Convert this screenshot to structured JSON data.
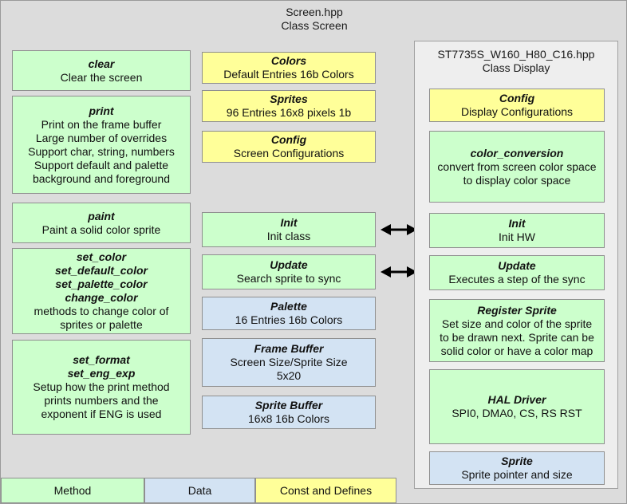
{
  "diagram": {
    "title": "Screen.hpp\nClass Screen",
    "background": "#dcdcdc",
    "colors": {
      "method": "#ccffcc",
      "data": "#d3e3f3",
      "const": "#ffff99",
      "panel": "#eeeeee",
      "border": "#8f8f8f"
    }
  },
  "left_column": [
    {
      "title": "clear",
      "desc": "Clear the screen",
      "kind": "method"
    },
    {
      "title": "print",
      "desc": "Print on the frame buffer\nLarge number of overrides\nSupport char, string, numbers\nSupport default and palette\nbackground and foreground",
      "kind": "method"
    },
    {
      "title": "paint",
      "desc": "Paint a solid color sprite",
      "kind": "method"
    },
    {
      "title": "set_color\nset_default_color\nset_palette_color\nchange_color",
      "desc": "methods to change color of\nsprites or palette",
      "kind": "method"
    },
    {
      "title": "set_format\nset_eng_exp",
      "desc": "Setup how the print method\nprints numbers and the\nexponent if ENG is used",
      "kind": "method"
    }
  ],
  "middle_column": [
    {
      "title": "Colors",
      "desc": "Default Entries 16b Colors",
      "kind": "const"
    },
    {
      "title": "Sprites",
      "desc": "96 Entries 16x8 pixels 1b",
      "kind": "const"
    },
    {
      "title": "Config",
      "desc": "Screen Configurations",
      "kind": "const"
    },
    {
      "title": "Init",
      "desc": "Init class",
      "kind": "method"
    },
    {
      "title": "Update",
      "desc": "Search sprite to sync",
      "kind": "method"
    },
    {
      "title": "Palette",
      "desc": "16 Entries 16b Colors",
      "kind": "data"
    },
    {
      "title": "Frame Buffer",
      "desc": "Screen Size/Sprite Size\n5x20",
      "kind": "data"
    },
    {
      "title": "Sprite Buffer",
      "desc": "16x8 16b Colors",
      "kind": "data"
    }
  ],
  "display_panel": {
    "title": "ST7735S_W160_H80_C16.hpp\nClass Display",
    "boxes": [
      {
        "title": "Config",
        "desc": "Display Configurations",
        "kind": "const"
      },
      {
        "title": "color_conversion",
        "desc": "convert from screen color space\nto display color space",
        "kind": "method"
      },
      {
        "title": "Init",
        "desc": "Init HW",
        "kind": "method"
      },
      {
        "title": "Update",
        "desc": "Executes a step of the sync",
        "kind": "method"
      },
      {
        "title": "Register Sprite",
        "desc": "Set size and color of the sprite\nto be drawn next. Sprite can be\nsolid color or have a color map",
        "kind": "method"
      },
      {
        "title": "HAL Driver",
        "desc": "SPI0, DMA0, CS, RS RST",
        "kind": "method"
      },
      {
        "title": "Sprite",
        "desc": "Sprite pointer and size",
        "kind": "data"
      }
    ]
  },
  "connectors": [
    {
      "name": "init-link",
      "type": "double-arrow"
    },
    {
      "name": "update-link",
      "type": "double-arrow"
    }
  ],
  "legend": [
    {
      "label": "Method",
      "kind": "method"
    },
    {
      "label": "Data",
      "kind": "data"
    },
    {
      "label": "Const and Defines",
      "kind": "const"
    }
  ]
}
